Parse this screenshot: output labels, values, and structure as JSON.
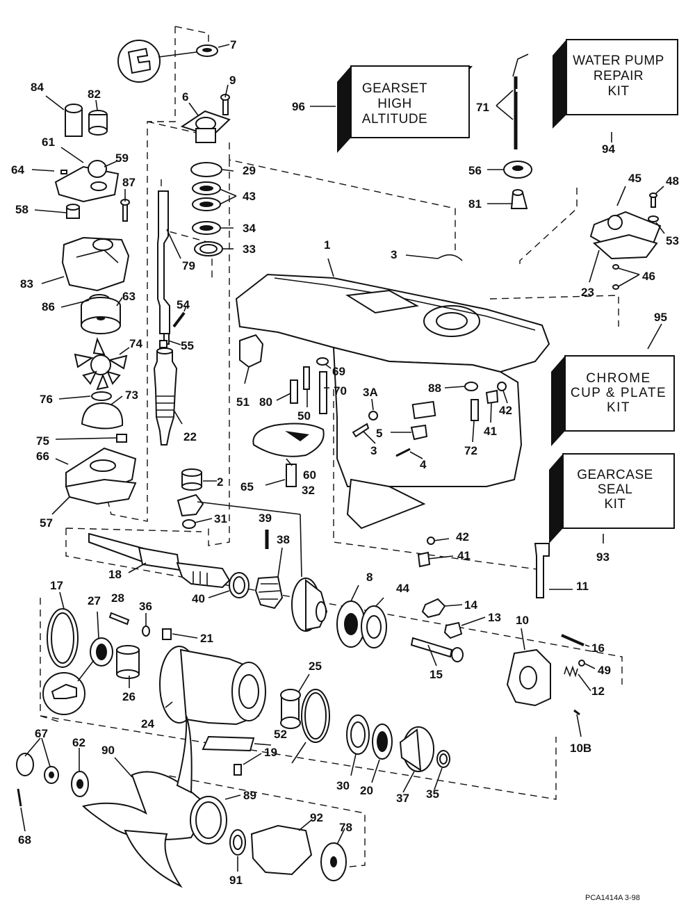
{
  "kits": {
    "gearset": [
      "GEARSET",
      "HIGH",
      "ALTITUDE"
    ],
    "water_pump": [
      "WATER PUMP",
      "REPAIR",
      "KIT"
    ],
    "chrome": [
      "CHROME",
      "CUP & PLATE",
      "KIT"
    ],
    "gearcase_seal": [
      "GEARCASE",
      "SEAL",
      "KIT"
    ]
  },
  "callouts": [
    "7",
    "9",
    "6",
    "84",
    "82",
    "61",
    "59",
    "64",
    "87",
    "58",
    "83",
    "86",
    "63",
    "74",
    "76",
    "73",
    "75",
    "66",
    "57",
    "29",
    "43",
    "34",
    "33",
    "79",
    "54",
    "55",
    "22",
    "2",
    "32",
    "31",
    "39",
    "38",
    "18",
    "40",
    "8",
    "44",
    "17",
    "27",
    "28",
    "36",
    "21",
    "26",
    "24",
    "25",
    "52",
    "19",
    "14",
    "13",
    "15",
    "10",
    "11",
    "16",
    "49",
    "12",
    "10B",
    "67",
    "62",
    "90",
    "89",
    "68",
    "91",
    "92",
    "78",
    "30",
    "20",
    "37",
    "35",
    "1",
    "3",
    "3A",
    "5",
    "4",
    "72",
    "41",
    "42",
    "88",
    "69",
    "70",
    "80",
    "50",
    "51",
    "60",
    "65",
    "96",
    "71",
    "56",
    "81",
    "94",
    "45",
    "48",
    "53",
    "46",
    "23",
    "95",
    "93"
  ],
  "footer": "PCA1414A  3-98"
}
